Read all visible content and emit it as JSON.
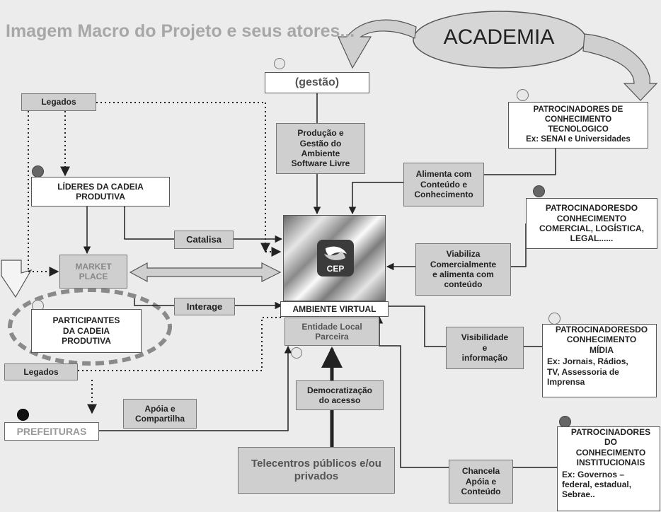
{
  "title": "Imagem Macro do Projeto e seus atores...",
  "academia": "ACADEMIA",
  "gestao": "(gestão)",
  "producao": "Produção e\nGestão do\nAmbiente\nSoftware Livre",
  "patrocinadores_tec": "PATROCINADORES DE\nCONHECIMENTO\nTECNOLOGICO\nEx: SENAI e Universidades",
  "legados_top": "Legados",
  "lideres": "LÍDERES DA CADEIA\nPRODUTIVA",
  "alimenta": "Alimenta com\nConteúdo e\nConhecimento",
  "patrocinadores_com": "PATROCINADORESDO\nCONHECIMENTO\nCOMERCIAL, LOGÍSTICA,\nLEGAL......",
  "catalisa": "Catalisa",
  "cep_logo_text": "CEP",
  "market_place": "MARKET\nPLACE",
  "viabiliza": "Viabiliza\nComercialmente\ne alimenta com\nconteúdo",
  "interage": "Interage",
  "participantes": "PARTICIPANTES\nDA CADEIA\nPRODUTIVA",
  "ambiente_virtual": "AMBIENTE VIRTUAL",
  "entidade": "Entidade Local\nParceira",
  "visibilidade": "Visibilidade\ne\ninformação",
  "patrocinadores_midia_title": "PATROCINADORESDO\nCONHECIMENTO\nMÍDIA",
  "patrocinadores_midia_ex": "Ex: Jornais, Rádios,\nTV, Assessoria de\nImprensa",
  "legados_bottom": "Legados",
  "democratizacao": "Democratização\ndo acesso",
  "apoia": "Apóia e\nCompartilha",
  "prefeituras": "PREFEITURAS",
  "patrocinadores_inst_title": "PATROCINADORES\nDO\nCONHECIMENTO\nINSTITUCIONAIS",
  "patrocinadores_inst_ex": "Ex: Governos –\nfederal, estadual,\nSebrae..",
  "telecentros": "Telecentros públicos e/ou\nprivados",
  "chancela": "Chancela\nApóia e\nConteúdo"
}
